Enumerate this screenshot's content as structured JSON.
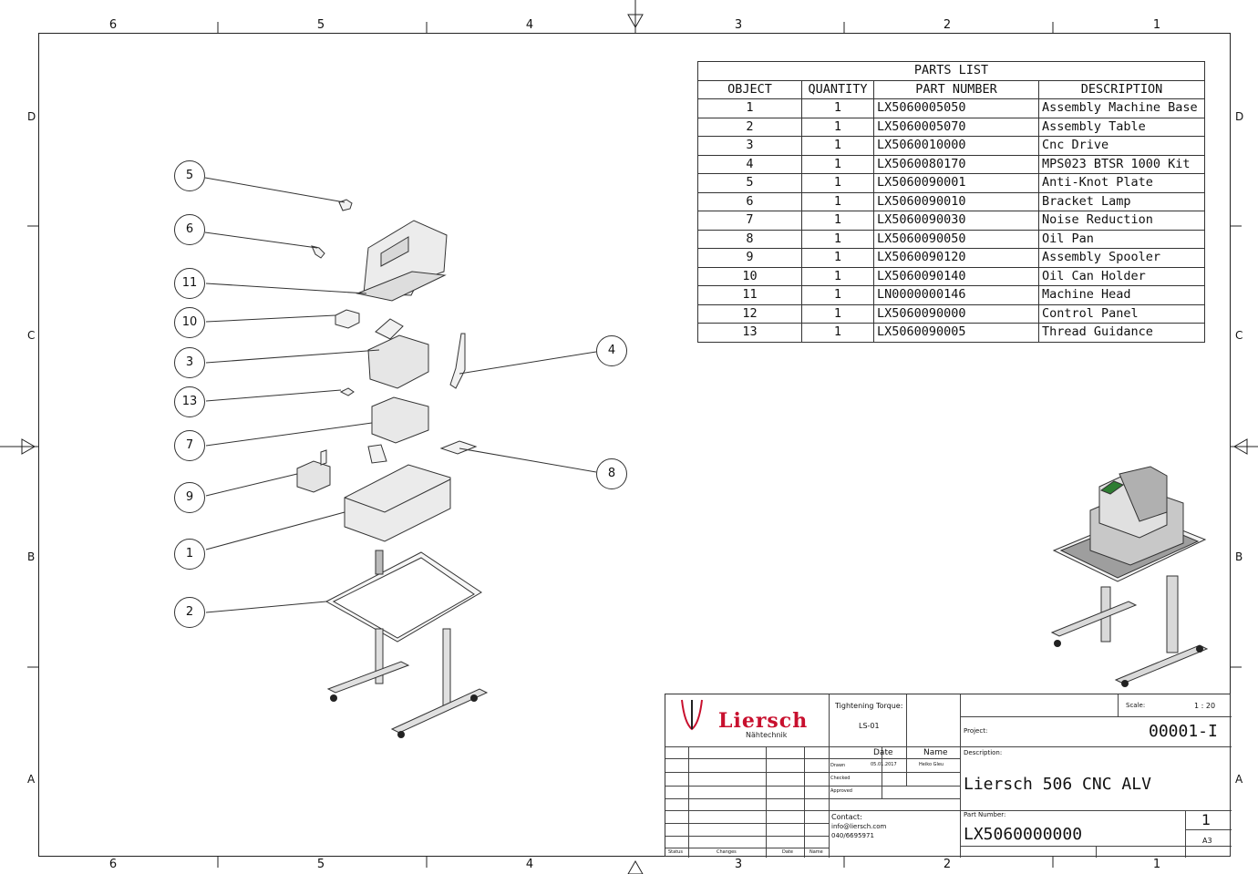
{
  "grid": {
    "columns": [
      "6",
      "5",
      "4",
      "3",
      "2",
      "1"
    ],
    "rows": [
      "D",
      "C",
      "B",
      "A"
    ]
  },
  "parts_list": {
    "title": "PARTS LIST",
    "headers": [
      "OBJECT",
      "QUANTITY",
      "PART NUMBER",
      "DESCRIPTION"
    ],
    "rows": [
      [
        "1",
        "1",
        "LX5060005050",
        "Assembly Machine Base"
      ],
      [
        "2",
        "1",
        "LX5060005070",
        "Assembly Table"
      ],
      [
        "3",
        "1",
        "LX5060010000",
        "Cnc Drive"
      ],
      [
        "4",
        "1",
        "LX5060080170",
        "MPS023 BTSR 1000 Kit"
      ],
      [
        "5",
        "1",
        "LX5060090001",
        "Anti-Knot Plate"
      ],
      [
        "6",
        "1",
        "LX5060090010",
        "Bracket Lamp"
      ],
      [
        "7",
        "1",
        "LX5060090030",
        "Noise Reduction"
      ],
      [
        "8",
        "1",
        "LX5060090050",
        "Oil Pan"
      ],
      [
        "9",
        "1",
        "LX5060090120",
        "Assembly Spooler"
      ],
      [
        "10",
        "1",
        "LX5060090140",
        "Oil Can Holder"
      ],
      [
        "11",
        "1",
        "LN0000000146",
        "Machine Head"
      ],
      [
        "12",
        "1",
        "LX5060090000",
        "Control Panel"
      ],
      [
        "13",
        "1",
        "LX5060090005",
        "Thread Guidance"
      ]
    ]
  },
  "balloons": [
    "5",
    "6",
    "11",
    "10",
    "3",
    "13",
    "7",
    "9",
    "1",
    "2",
    "4",
    "8"
  ],
  "title_block": {
    "logo_text": "Liersch",
    "logo_sub": "Nähtechnik",
    "torque_label": "Tightening Torque:",
    "torque_value": "LS-01",
    "scale_label": "Scale:",
    "scale_value": "1 : 20",
    "project_label": "Project:",
    "project_value": "00001-I",
    "description_label": "Description:",
    "description_value": "Liersch 506 CNC ALV",
    "date_header": "Date",
    "name_header": "Name",
    "drawn_label": "Drawn",
    "drawn_date": "05.01.2017",
    "drawn_name": "Heiko Gleu",
    "checked_label": "Checked",
    "approved_label": "Approved",
    "contact_label": "Contact:",
    "contact_email": "info@liersch.com",
    "contact_phone": "040/6695971",
    "part_number_label": "Part Number:",
    "part_number_value": "LX5060000000",
    "sheet_number": "1",
    "sheet_size": "A3",
    "rev_status": "Status",
    "rev_changes": "Changes",
    "rev_date": "Date",
    "rev_name": "Name"
  },
  "colors": {
    "line": "#333333",
    "logo_red": "#c8102e",
    "panel_green": "#2e7d32"
  }
}
